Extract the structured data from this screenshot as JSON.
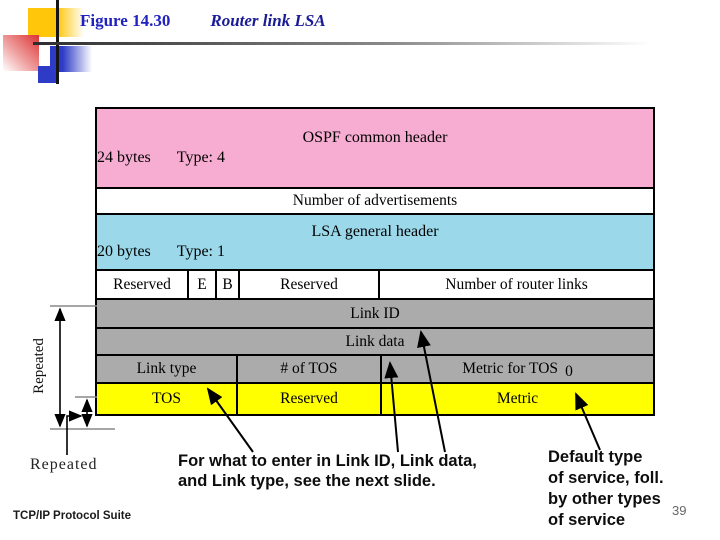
{
  "header": {
    "figure_label": "Figure 14.30",
    "figure_title": "Router link LSA"
  },
  "diagram": {
    "ospf": {
      "line1": "OSPF common header",
      "bytes": "24 bytes",
      "type": "Type: 4"
    },
    "num_advertisements": "Number of advertisements",
    "lsa": {
      "line1": "LSA general header",
      "bytes": "20 bytes",
      "type": "Type: 1"
    },
    "flags_row": {
      "reserved1": "Reserved",
      "e_flag": "E",
      "b_flag": "B",
      "reserved2": "Reserved",
      "num_router_links": "Number of router links"
    },
    "link_id": "Link ID",
    "link_data": "Link data",
    "tos_header_row": {
      "link_type": "Link type",
      "num_tos": "# of TOS",
      "metric_tos0": "Metric for TOS",
      "metric_tos0_sub": "0"
    },
    "tos_row": {
      "tos": "TOS",
      "reserved": "Reserved",
      "metric": "Metric"
    }
  },
  "annotations": {
    "repeated_side": "Repeated",
    "repeated_bottom": "Repeated",
    "link_note": [
      "For what to enter in Link ID, Link data,",
      "and Link type, see the next slide."
    ],
    "default_note": [
      "Default type",
      "of service, foll.",
      "by other types",
      "of service"
    ]
  },
  "footer": {
    "left": "TCP/IP Protocol Suite",
    "page_number": "39"
  },
  "colors": {
    "title_blue": "#2121c0",
    "pink": "#f7acd2",
    "cyan": "#9ad8ea",
    "gray": "#ababab",
    "yellow": "#ffff00",
    "page_number_gray": "#666666"
  }
}
